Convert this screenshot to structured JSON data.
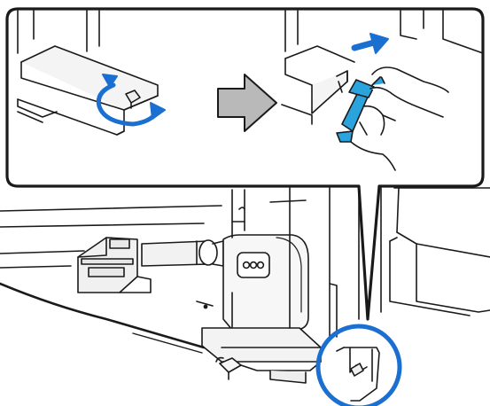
{
  "figure": {
    "kind": "printer-maintenance-illustration",
    "steps": [
      {
        "name": "rotate-lock-knob",
        "icon": "rotate-arrow-icon"
      },
      {
        "name": "remove-blue-part",
        "icon": "pull-right-arrow-icon"
      }
    ],
    "colors": {
      "accent_blue": "#1a6fd0",
      "part_blue": "#2ba3dc",
      "arrow_gray": "#b9b9b9",
      "line": "#1a1a1a",
      "panel_fill": "#e3e3e3"
    }
  }
}
